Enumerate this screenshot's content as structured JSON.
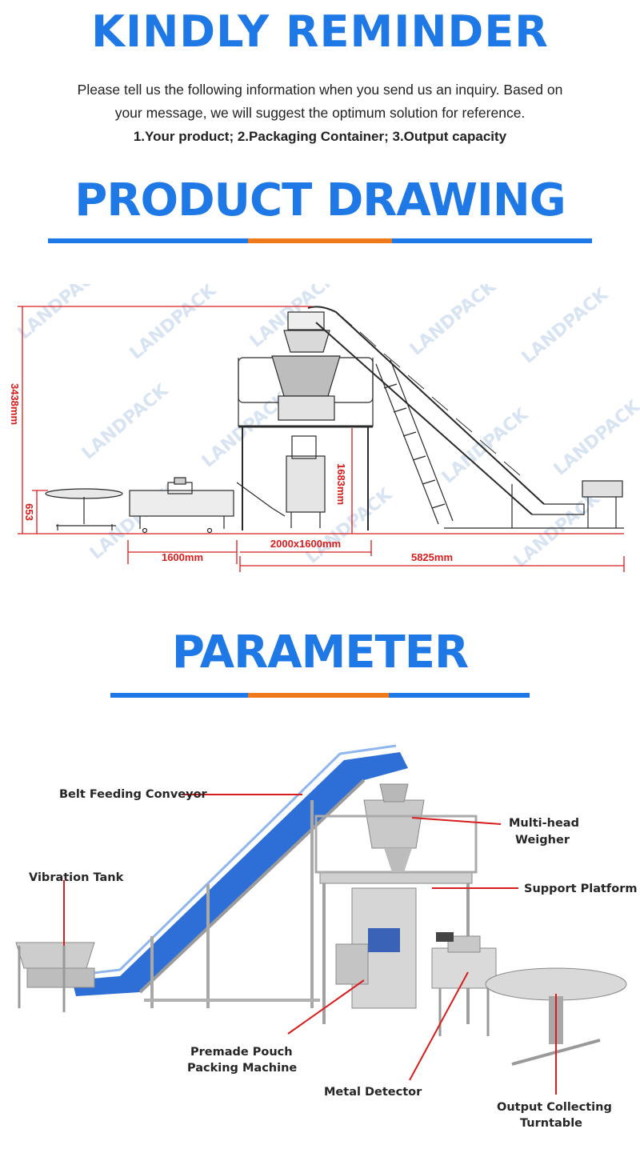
{
  "reminder": {
    "title": "KINDLY REMINDER",
    "line1": "Please tell us the following information when you send us an inquiry. Based on",
    "line2": "your message, we will suggest the optimum solution for reference.",
    "line3": "1.Your product; 2.Packaging Container; 3.Output capacity"
  },
  "drawing": {
    "title": "PRODUCT DRAWING",
    "watermark": "LANDPACK",
    "dims": {
      "total_height": "3438mm",
      "table_height": "653",
      "platform_height": "1683mm",
      "detector_length": "1600mm",
      "platform_size": "2000x1600mm",
      "conveyor_length": "5825mm"
    }
  },
  "parameter": {
    "title": "PARAMETER",
    "labels": {
      "conveyor": "Belt Feeding Conveyor",
      "weigher_l1": "Multi-head",
      "weigher_l2": "Weigher",
      "vibration": "Vibration Tank",
      "platform": "Support Platform",
      "pouch_l1": "Premade Pouch",
      "pouch_l2": "Packing Machine",
      "detector": "Metal Detector",
      "turntable_l1": "Output Collecting",
      "turntable_l2": "Turntable"
    }
  },
  "colors": {
    "accent_blue": "#1e78e6",
    "accent_orange": "#f07a1a",
    "dimension_red": "#d81d1d"
  }
}
